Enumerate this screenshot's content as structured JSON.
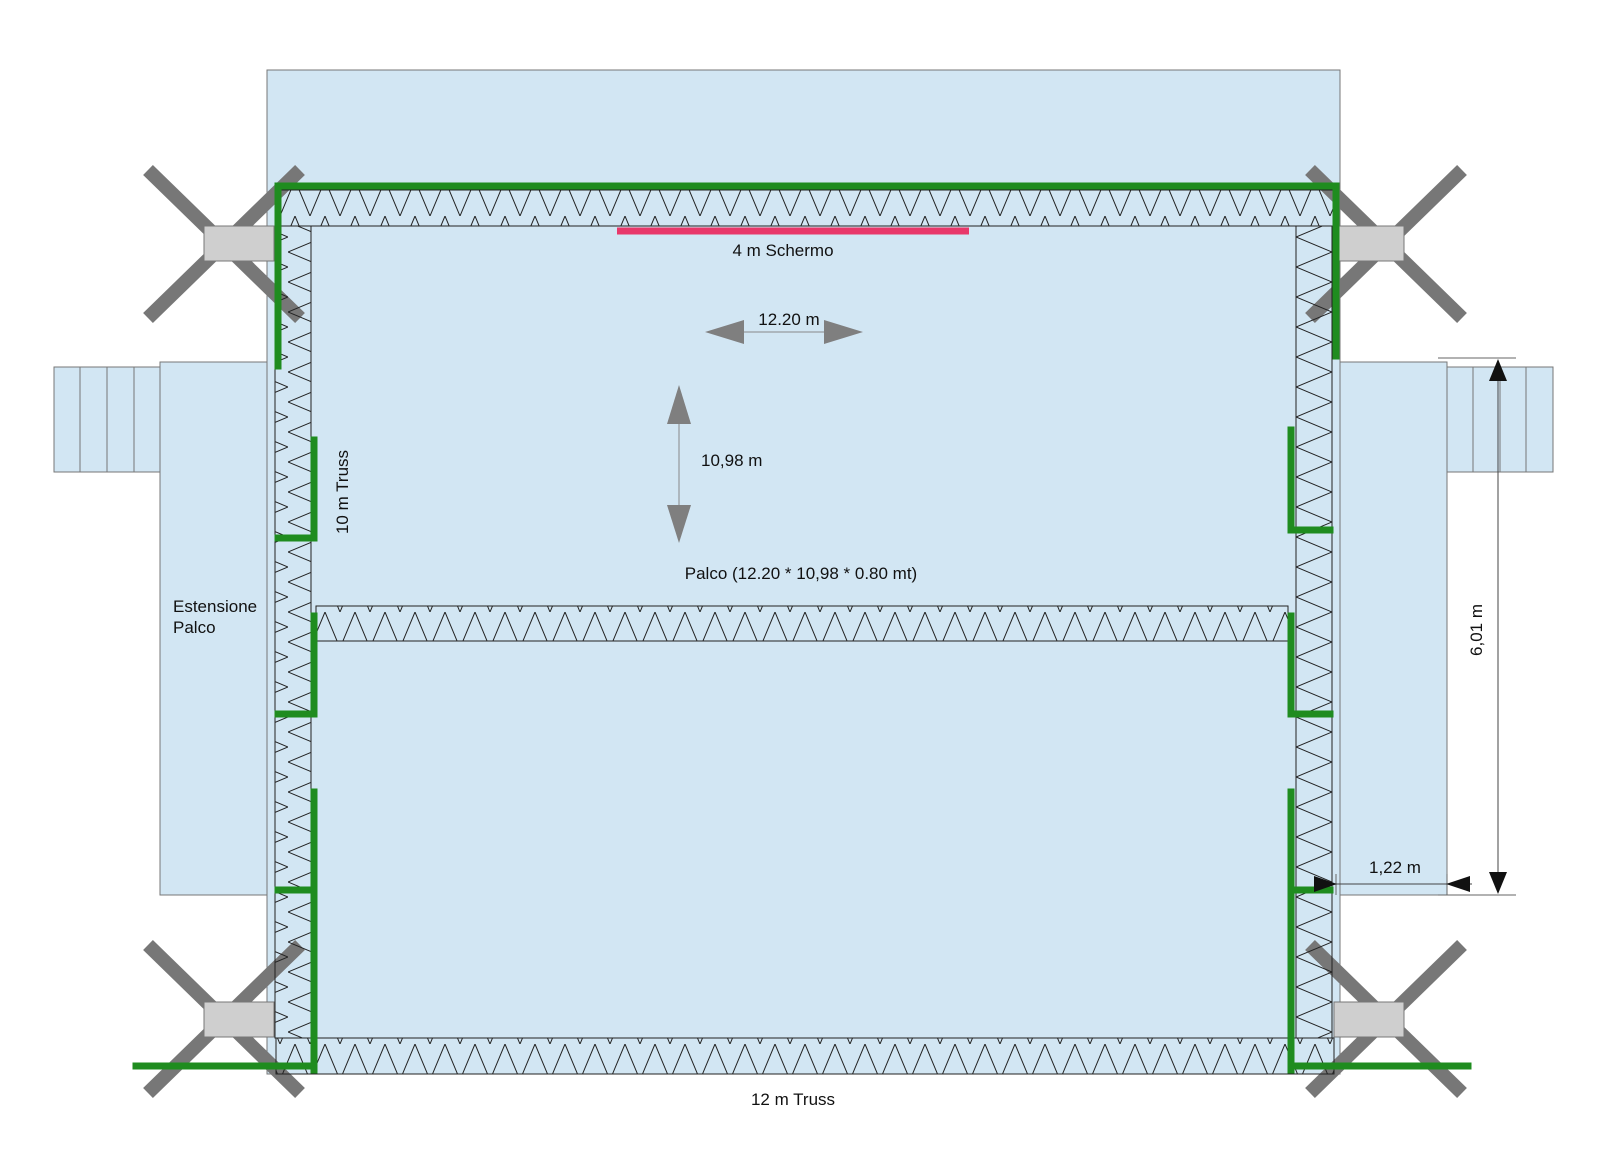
{
  "labels": {
    "screen": "4 m Schermo",
    "width_dim": "12.20 m",
    "depth_dim": "10,98 m",
    "side_truss": "10 m Truss",
    "stage": "Palco (12.20 * 10,98 * 0.80 mt)",
    "extension_line1": "Estensione",
    "extension_line2": "Palco",
    "extension_height": "6,01 m",
    "extension_width": "1,22 m",
    "bottom_truss": "12 m Truss"
  },
  "colors": {
    "stage_fill": "#d2e6f3",
    "truss_green": "#1f8c1f",
    "screen_red": "#e8386a",
    "support_leg": "#777777",
    "support_pad": "#cfcfcf",
    "arrow_gray": "#7f7f7f"
  }
}
